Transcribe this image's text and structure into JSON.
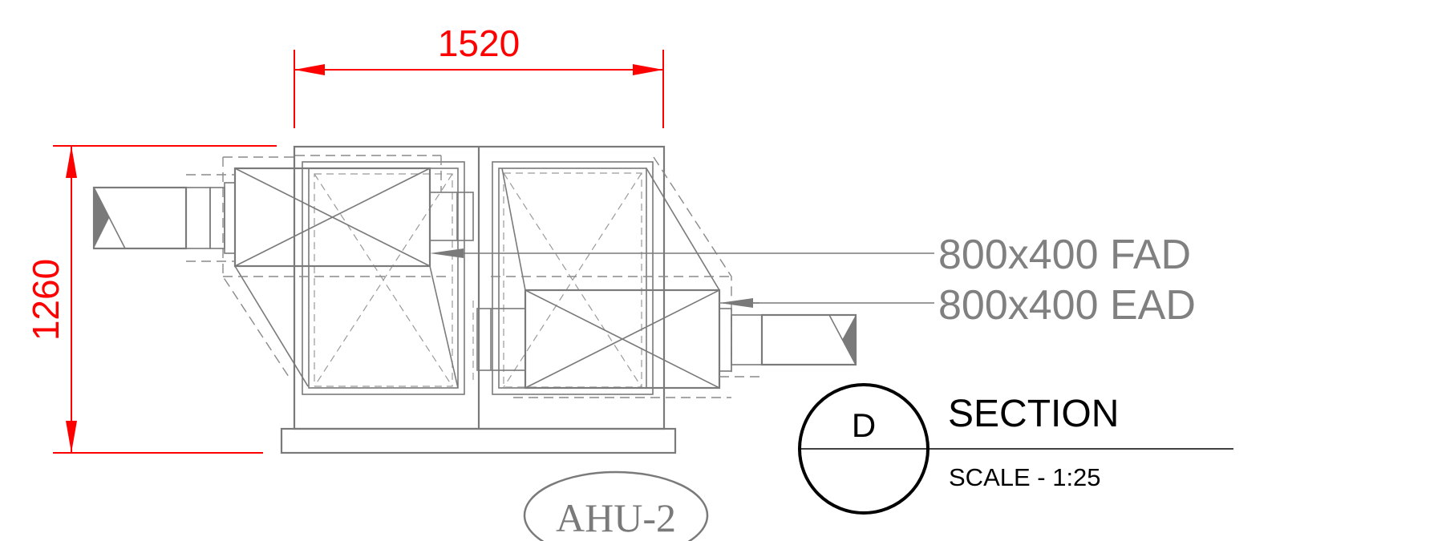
{
  "dimensions": {
    "width_label": "1520",
    "height_label": "1260"
  },
  "labels": {
    "fad": "800x400 FAD",
    "ead": "800x400 EAD"
  },
  "section": {
    "marker": "D",
    "title": "SECTION",
    "scale": "SCALE - 1:25"
  },
  "equipment_tag": "AHU-2",
  "colors": {
    "dimension": "#ff0000",
    "equipment": "#7a7a7a",
    "annotation_text": "#808080",
    "title": "#000000"
  }
}
